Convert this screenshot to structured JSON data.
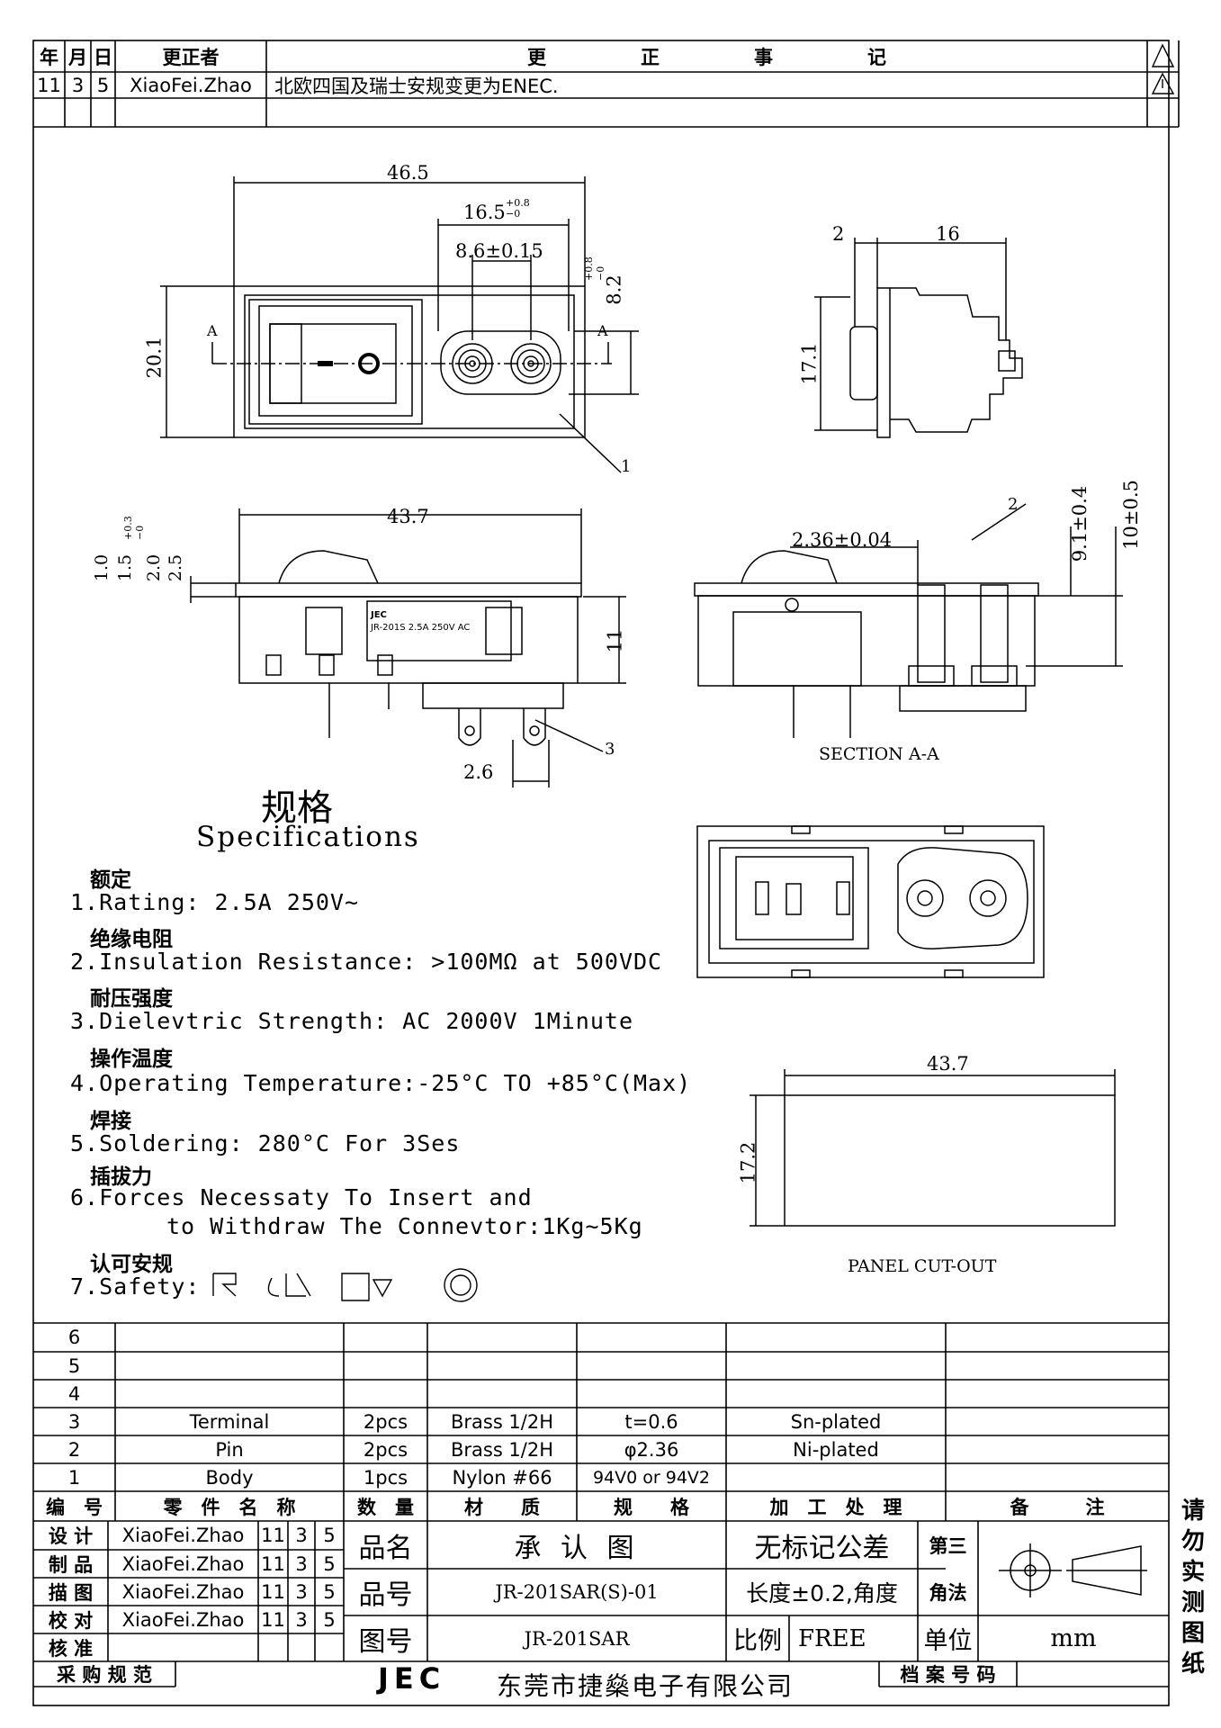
{
  "revision": {
    "headers": [
      "年",
      "月",
      "日",
      "更正者",
      "更　　　　　正　　　　　事　　　　　记"
    ],
    "rows": [
      {
        "y": "11",
        "m": "3",
        "d": "5",
        "by": "XiaoFei.Zhao",
        "note": "北欧四国及瑞士安规变更为ENEC."
      }
    ]
  },
  "dimensions": {
    "top_view": {
      "width": "46.5",
      "pitch_outer": "16.5",
      "pitch_tol": "+0.8 −0",
      "pitch_inner": "8.6±0.15",
      "height": "20.1",
      "inlet_h": "8.2",
      "inlet_tol": "+0.8 −0",
      "cut": "A",
      "callout": "1"
    },
    "side_view": {
      "d1": "2",
      "d2": "16",
      "height": "17.1"
    },
    "front_view": {
      "width": "43.7",
      "clip": [
        "1.0",
        "1.5",
        "2.0",
        "2.5"
      ],
      "clip_tol": "+0.3 −0",
      "height": "11",
      "pin": "2.6",
      "callout": "3",
      "marking": "JR-201S  2.5A 250V AC",
      "brand": "JEC"
    },
    "section": {
      "dim_a": "2.36±0.04",
      "dim_b": "9.1±0.4",
      "dim_c": "10±0.5",
      "callout": "2",
      "label": "SECTION A-A"
    },
    "cutout": {
      "width": "43.7",
      "height": "17.2",
      "label": "PANEL CUT-OUT"
    }
  },
  "specs": {
    "title_cn": "规格",
    "title_en": "Specifications",
    "items": [
      {
        "cn": "额定",
        "en": "1.Rating: 2.5A 250V~"
      },
      {
        "cn": "绝缘电阻",
        "en": "2.Insulation Resistance: >100MΩ at 500VDC"
      },
      {
        "cn": "耐压强度",
        "en": "3.Dielevtric Strength: AC 2000V 1Minute"
      },
      {
        "cn": "操作温度",
        "en": "4.Operating Temperature:-25°C TO +85°C(Max)"
      },
      {
        "cn": "焊接",
        "en": "5.Soldering: 280°C For 3Ses"
      },
      {
        "cn": "插拔力",
        "en": "6.Forces Necessaty To Insert and"
      },
      {
        "cn": "认可安规",
        "en": "7.Safety:"
      }
    ],
    "item6_line2": "to Withdraw The Connevtor:1Kg~5Kg"
  },
  "bom": {
    "headers": [
      "编　号",
      "零　件　名　称",
      "数　量",
      "材　　质",
      "规　　格",
      "加　工　处　理",
      "备　　　注"
    ],
    "rows": [
      {
        "no": "6",
        "name": "",
        "qty": "",
        "mat": "",
        "spec": "",
        "proc": "",
        "note": ""
      },
      {
        "no": "5",
        "name": "",
        "qty": "",
        "mat": "",
        "spec": "",
        "proc": "",
        "note": ""
      },
      {
        "no": "4",
        "name": "",
        "qty": "",
        "mat": "",
        "spec": "",
        "proc": "",
        "note": ""
      },
      {
        "no": "3",
        "name": "Terminal",
        "qty": "2pcs",
        "mat": "Brass 1/2H",
        "spec": "t=0.6",
        "proc": "Sn-plated",
        "note": ""
      },
      {
        "no": "2",
        "name": "Pin",
        "qty": "2pcs",
        "mat": "Brass 1/2H",
        "spec": "φ2.36",
        "proc": "Ni-plated",
        "note": ""
      },
      {
        "no": "1",
        "name": "Body",
        "qty": "1pcs",
        "mat": "Nylon #66",
        "spec": "94V0 or 94V2",
        "proc": "",
        "note": ""
      }
    ]
  },
  "titleblock": {
    "roles": [
      {
        "role": "设 计",
        "name": "XiaoFei.Zhao",
        "y": "11",
        "m": "3",
        "d": "5"
      },
      {
        "role": "制 品",
        "name": "XiaoFei.Zhao",
        "y": "11",
        "m": "3",
        "d": "5"
      },
      {
        "role": "描 图",
        "name": "XiaoFei.Zhao",
        "y": "11",
        "m": "3",
        "d": "5"
      },
      {
        "role": "校 对",
        "name": "XiaoFei.Zhao",
        "y": "11",
        "m": "3",
        "d": "5"
      },
      {
        "role": "核 准",
        "name": "",
        "y": "",
        "m": "",
        "d": ""
      }
    ],
    "procurement": "采 购 规 范",
    "label_pinming": "品名",
    "value_pinming": "承 认 图",
    "label_pinhao": "品号",
    "value_pinhao": "JR-201SAR(S)-01",
    "label_tuhao": "图号",
    "value_tuhao": "JR-201SAR",
    "tolerance_title": "无标记公差",
    "tolerance_value": "长度±0.2,角度",
    "scale_label": "比例",
    "scale_value": "FREE",
    "angle_label1": "第三",
    "angle_label2": "角法",
    "unit_label": "单位",
    "unit_value": "mm",
    "archive_label": "档 案 号 码",
    "company_logo": "JEC",
    "company": "东莞市捷燊电子有限公司",
    "side_note": [
      "请",
      "勿",
      "实",
      "测",
      "图",
      "纸"
    ]
  }
}
